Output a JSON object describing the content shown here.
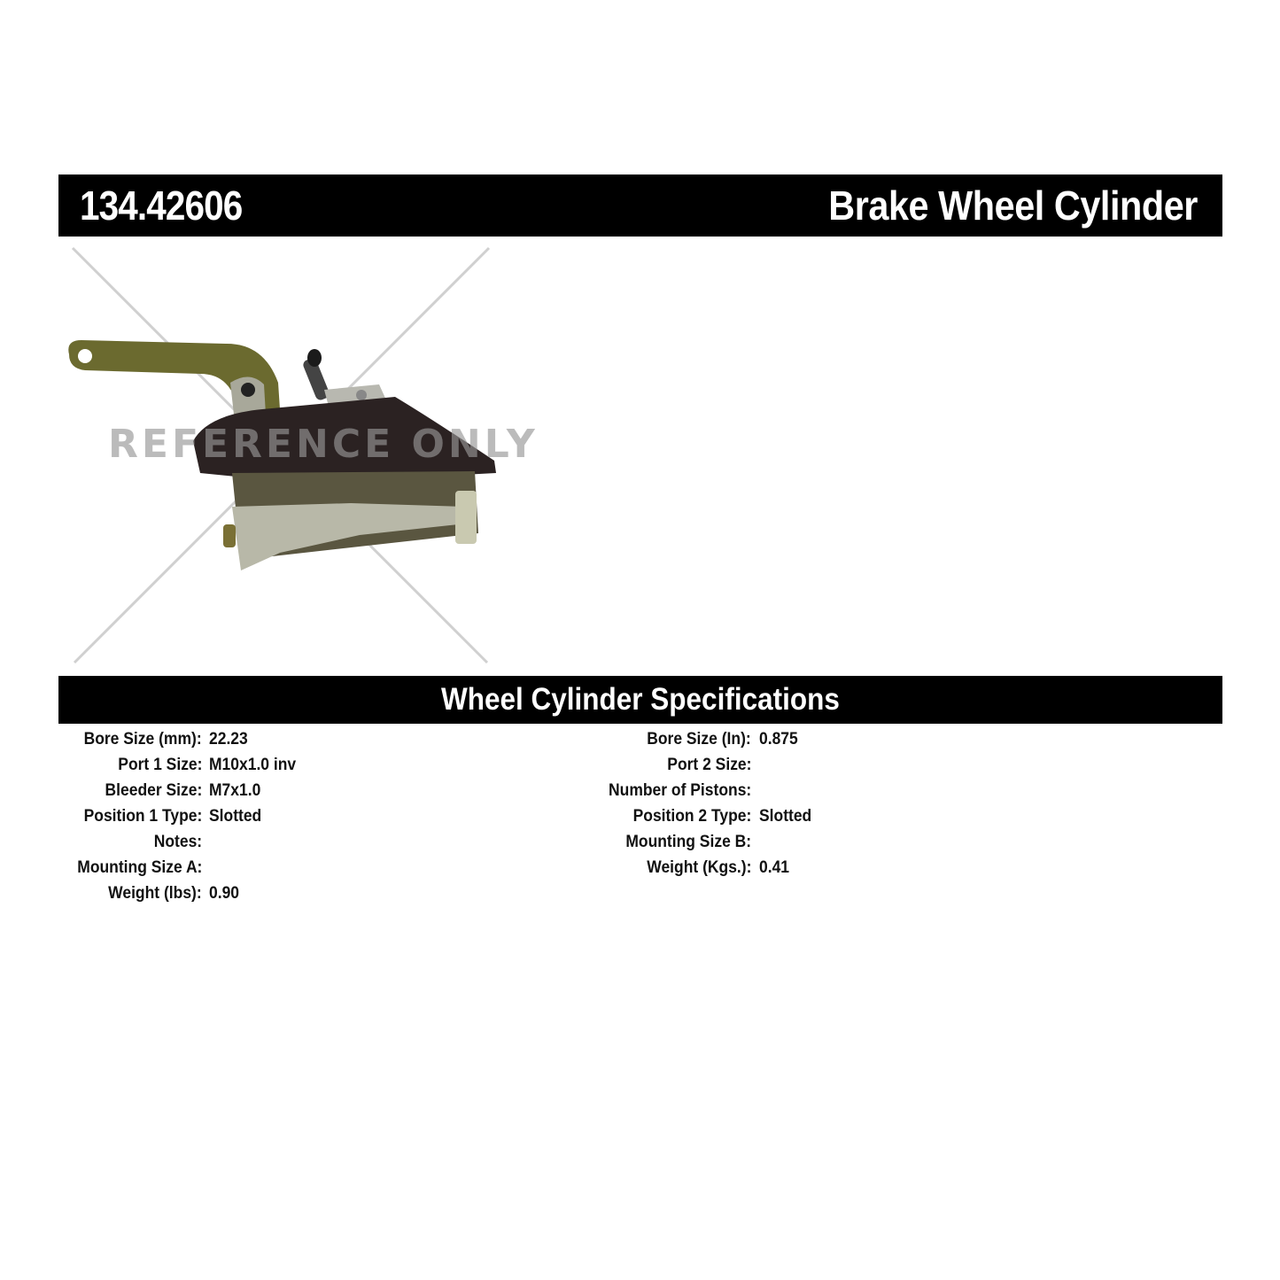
{
  "header": {
    "part_number": "134.42606",
    "part_type": "Brake Wheel Cylinder"
  },
  "product_image": {
    "alt": "Brake wheel cylinder with lever arm, bleeder screw and adjuster",
    "watermark": "REFERENCE ONLY"
  },
  "specs": {
    "title": "Wheel Cylinder Specifications",
    "left": [
      {
        "label": "Bore Size (mm):",
        "value": "22.23"
      },
      {
        "label": "Port 1 Size:",
        "value": "M10x1.0 inv"
      },
      {
        "label": "Bleeder Size:",
        "value": "M7x1.0"
      },
      {
        "label": "Position 1 Type:",
        "value": "Slotted"
      },
      {
        "label": "Notes:",
        "value": ""
      },
      {
        "label": "Mounting Size A:",
        "value": ""
      },
      {
        "label": "Weight (lbs):",
        "value": "0.90"
      }
    ],
    "right": [
      {
        "label": "Bore Size (In):",
        "value": "0.875"
      },
      {
        "label": "Port 2 Size:",
        "value": ""
      },
      {
        "label": "Number of Pistons:",
        "value": ""
      },
      {
        "label": "Position 2 Type:",
        "value": "Slotted"
      },
      {
        "label": "Mounting Size B:",
        "value": ""
      },
      {
        "label": "Weight (Kgs.):",
        "value": "0.41"
      }
    ]
  }
}
